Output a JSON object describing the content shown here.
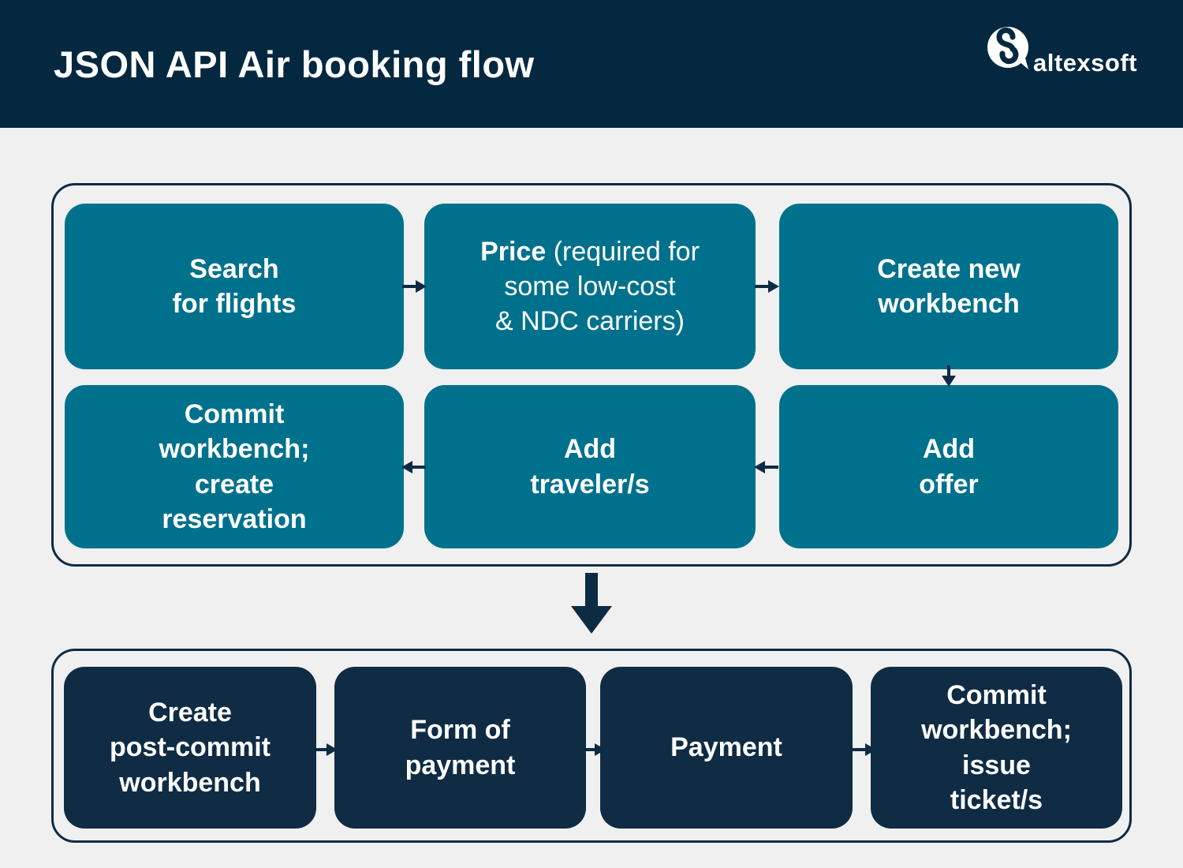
{
  "header": {
    "title": "JSON API Air booking flow",
    "logo_text": "altexsoft"
  },
  "colors": {
    "header_navy": "#04283F",
    "box_navy": "#102C44",
    "box_teal": "#00718C",
    "outline_navy": "#0E2B44",
    "background": "#F0F0F1",
    "text": "#FFFFFF"
  },
  "flow_top": {
    "boxes": [
      {
        "id": "search-flights",
        "label": "Search\nfor flights"
      },
      {
        "id": "price",
        "label_bold": "Price",
        "label_rest": " (required for\nsome low-cost\n& NDC carriers)"
      },
      {
        "id": "create-new-workbench",
        "label": "Create new\nworkbench"
      },
      {
        "id": "add-offer",
        "label": "Add\noffer"
      },
      {
        "id": "add-travelers",
        "label": "Add\ntraveler/s"
      },
      {
        "id": "commit-workbench-create-reservation",
        "label": "Commit\nworkbench;\ncreate\nreservation"
      }
    ]
  },
  "flow_bottom": {
    "boxes": [
      {
        "id": "create-post-commit-workbench",
        "label": "Create\npost-commit\nworkbench"
      },
      {
        "id": "form-of-payment",
        "label": "Form of\npayment"
      },
      {
        "id": "payment",
        "label": "Payment"
      },
      {
        "id": "commit-workbench-issue-tickets",
        "label": "Commit\nworkbench;\nissue\nticket/s"
      }
    ]
  }
}
